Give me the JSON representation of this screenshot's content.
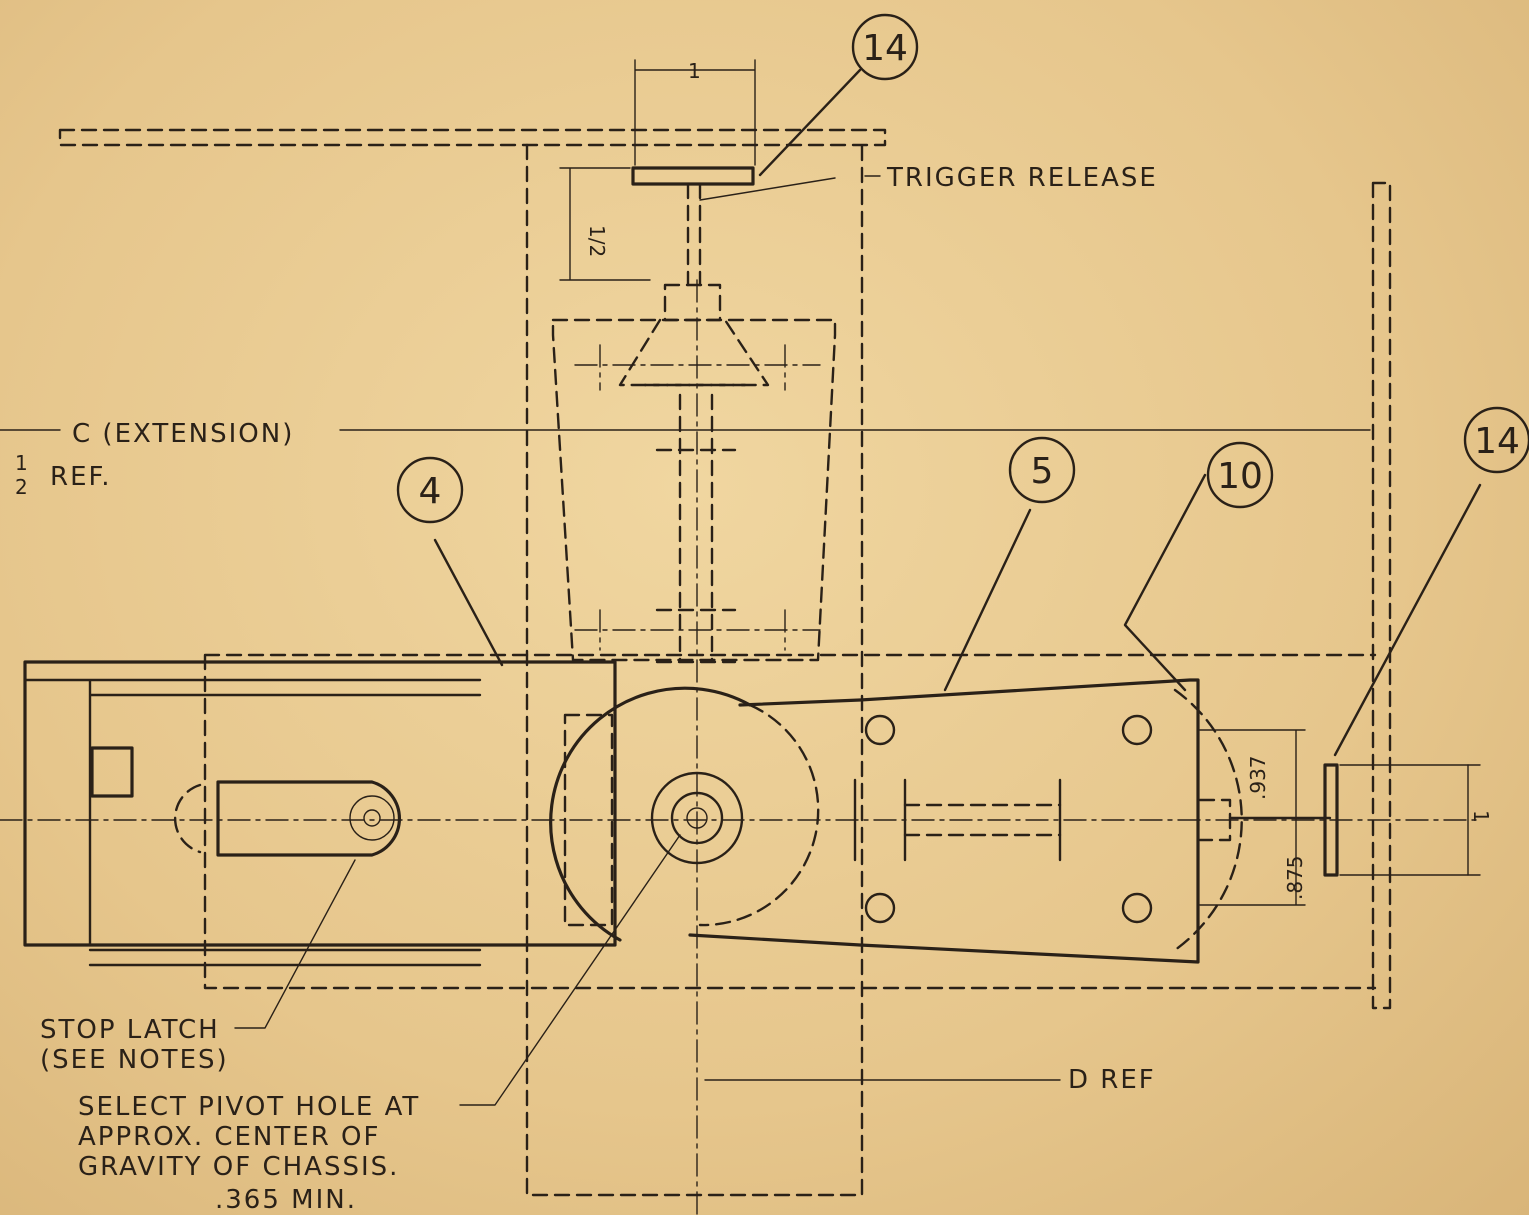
{
  "labels": {
    "trigger_release": "TRIGGER RELEASE",
    "c_extension": "C (EXTENSION)",
    "half_ref": "REF.",
    "stop_latch_1": "STOP LATCH",
    "stop_latch_2": "(SEE NOTES)",
    "pivot_1": "SELECT PIVOT HOLE AT",
    "pivot_2": "APPROX. CENTER OF",
    "pivot_3": "GRAVITY OF CHASSIS.",
    "min_365": ".365 MIN.",
    "d_ref": "D REF"
  },
  "balloons": {
    "b14_top": "14",
    "b4": "4",
    "b5": "5",
    "b10": "10",
    "b14_right": "14"
  },
  "dimensions": {
    "top_width": "1",
    "half_vertical": "1/2",
    "d937": ".937",
    "d875": ".875",
    "right_height": "1",
    "half_num": "1",
    "half_den": "2"
  }
}
